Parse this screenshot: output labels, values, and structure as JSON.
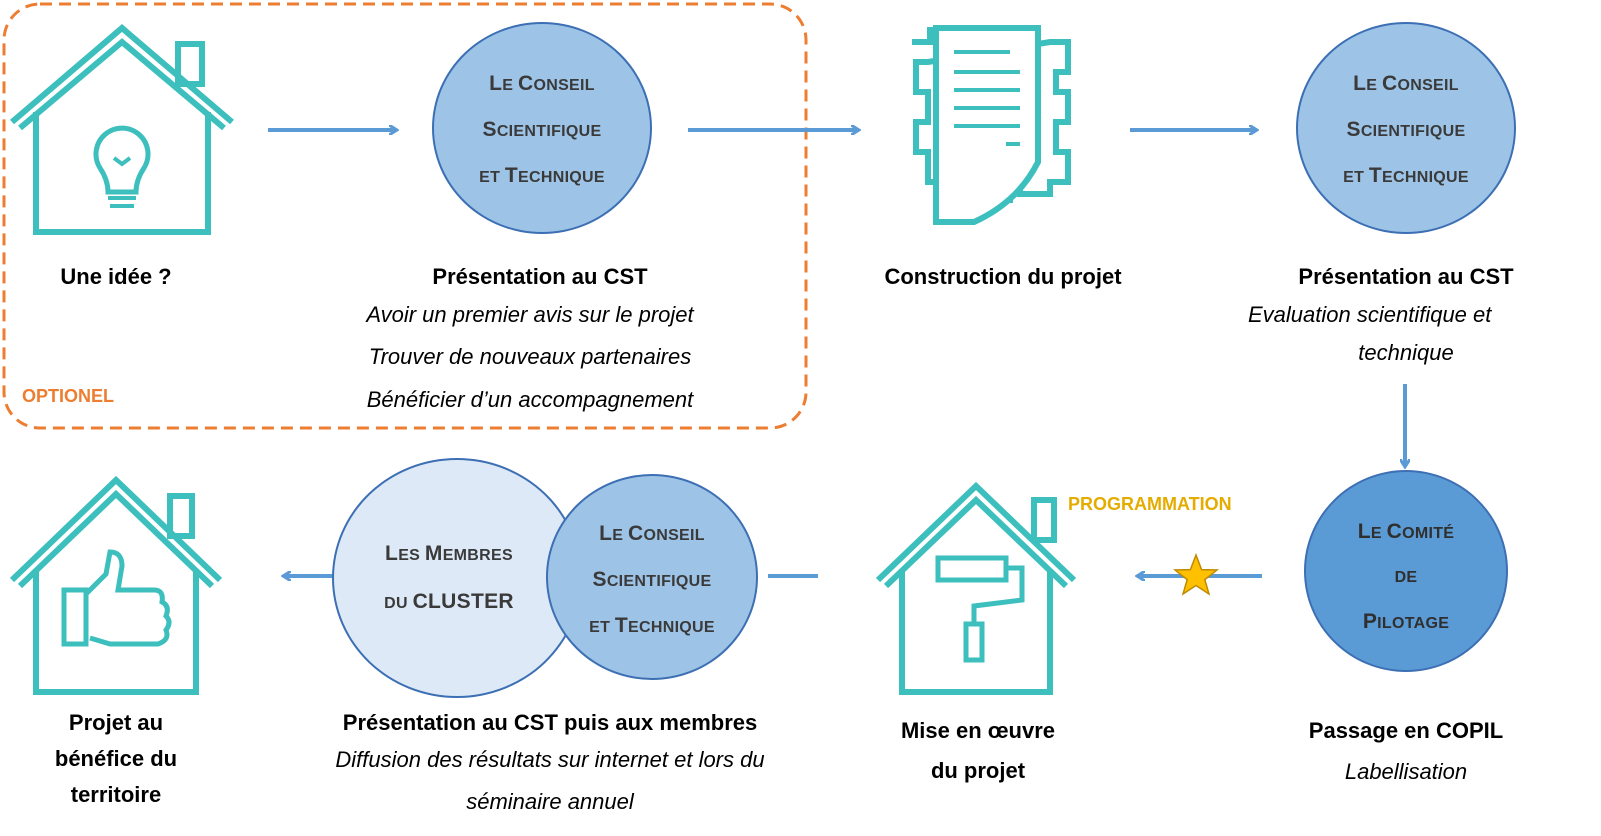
{
  "colors": {
    "teal": "#3dbfbe",
    "arrow": "#5b9bd5",
    "optional_border": "#ed7d31",
    "circle_light": "#9dc3e6",
    "circle_pale": "#dde9f6",
    "circle_dark": "#5b9bd5",
    "star": "#ffc000",
    "programmation": "#e5ac00"
  },
  "optional_label": "OPTIONEL",
  "programmation_label": "PROGRAMMATION",
  "cst_circle": {
    "line1a": "L",
    "line1b": "E ",
    "line1c": "C",
    "line1d": "ONSEIL",
    "line2a": "S",
    "line2b": "CIENTIFIQUE",
    "line3a": "ET ",
    "line3b": "T",
    "line3c": "ECHNIQUE"
  },
  "members_circle": {
    "line1a": "L",
    "line1b": "ES ",
    "line1c": "M",
    "line1d": "EMBRES",
    "line2a": "DU ",
    "line2b": "CLUSTER"
  },
  "copil_circle": {
    "line1a": "L",
    "line1b": "E ",
    "line1c": "C",
    "line1d": "OMITÉ",
    "line2": "DE",
    "line3a": "P",
    "line3b": "ILOTAGE"
  },
  "steps": {
    "idea": {
      "title": "Une idée ?"
    },
    "cst1": {
      "title": "Présentation au CST",
      "lines": [
        "Avoir un premier avis sur le projet",
        "Trouver de nouveaux partenaires",
        "Bénéficier d’un accompagnement"
      ]
    },
    "construction": {
      "title": "Construction du projet"
    },
    "cst2": {
      "title": "Présentation au CST",
      "lines": [
        "Evaluation scientifique et",
        "technique"
      ]
    },
    "copil": {
      "title": "Passage en COPIL",
      "lines": [
        "Labellisation"
      ]
    },
    "implementation": {
      "title_lines": [
        "Mise en œuvre",
        "du projet"
      ]
    },
    "members": {
      "title": "Présentation au CST puis aux membres",
      "lines": [
        "Diffusion des résultats sur internet et lors du",
        "séminaire annuel"
      ]
    },
    "benefit": {
      "title_lines": [
        "Projet au",
        "bénéfice du",
        "territoire"
      ]
    }
  }
}
